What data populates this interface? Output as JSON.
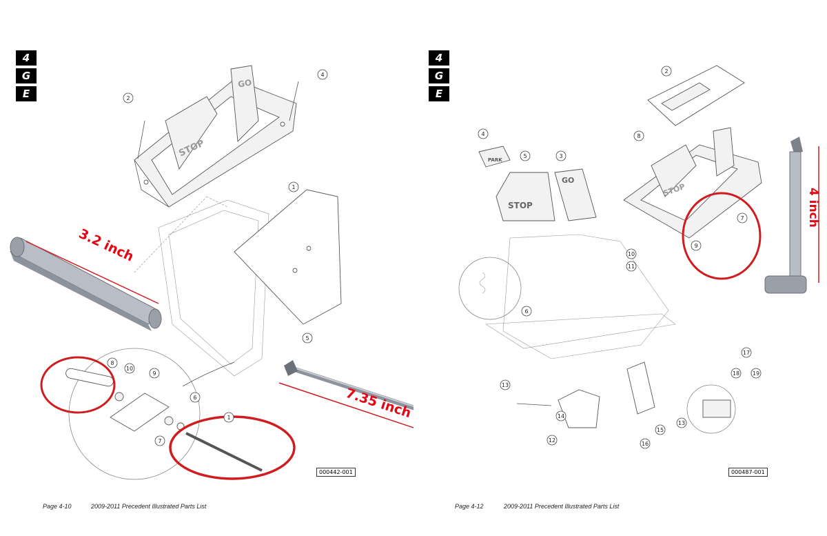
{
  "left_page": {
    "tabs": [
      "4",
      "G",
      "E"
    ],
    "footer_page": "Page 4-10",
    "footer_title": "2009-2011 Precedent  Illustrated Parts List",
    "figure_number": "000442-001",
    "callouts": [
      "1",
      "2",
      "4",
      "5",
      "6",
      "7",
      "8",
      "9",
      "10",
      "1"
    ],
    "pedal_labels": {
      "stop": "STOP",
      "go": "GO"
    },
    "measurements": {
      "rod_short": "3.2 inch",
      "rod_long": "7.35 inch"
    }
  },
  "right_page": {
    "tabs": [
      "4",
      "G",
      "E"
    ],
    "footer_page": "Page 4-12",
    "footer_title": "2009-2011 Precedent  Illustrated Parts List",
    "figure_number": "000487-001",
    "callouts": [
      "2",
      "8",
      "4",
      "5",
      "3",
      "7",
      "9",
      "10",
      "11",
      "6",
      "13",
      "14",
      "12",
      "15",
      "16",
      "17",
      "18",
      "19",
      "13"
    ],
    "pedal_labels": {
      "stop": "STOP",
      "go": "GO",
      "park": "PARK",
      "stop_upper": "STOP"
    },
    "measurements": {
      "bolt": "4 inch"
    }
  },
  "colors": {
    "highlight": "#d01c1f",
    "measure_text": "#e30613",
    "tab_bg": "#000000"
  }
}
